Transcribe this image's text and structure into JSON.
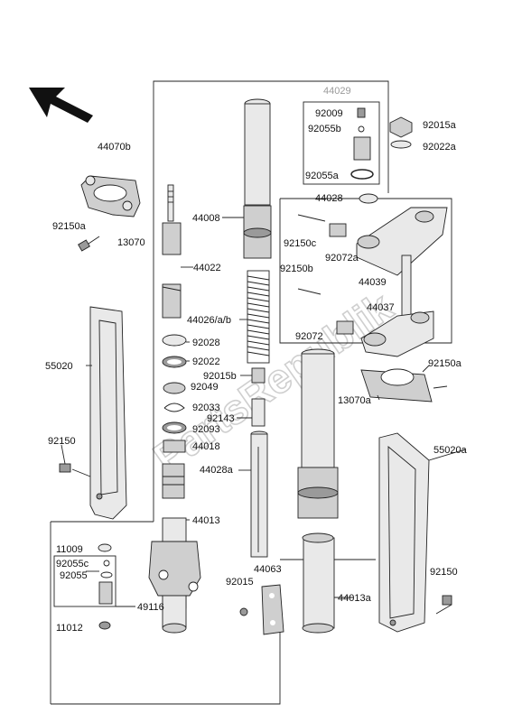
{
  "diagram": {
    "labels": {
      "l44070b": "44070b",
      "l44029": "44029",
      "l92009": "92009",
      "l92055b": "92055b",
      "l92055a": "92055a",
      "l44028": "44028",
      "l92015a": "92015a",
      "l92022a": "92022a",
      "l92150a_top": "92150a",
      "l13070": "13070",
      "l44008": "44008",
      "l44022": "44022",
      "l92150c": "92150c",
      "l92072a": "92072a",
      "l92150b": "92150b",
      "l44039": "44039",
      "l44026": "44026/a/b",
      "l44037": "44037",
      "l92072": "92072",
      "l92028": "92028",
      "l55020": "55020",
      "l92022": "92022",
      "l92015b": "92015b",
      "l92049": "92049",
      "l92150a_right": "92150a",
      "l13070a": "13070a",
      "l92033": "92033",
      "l92143": "92143",
      "l92093": "92093",
      "l92150_left": "92150",
      "l44018": "44018",
      "l55020a": "55020a",
      "l44028a": "44028a",
      "l44013": "44013",
      "l11009": "11009",
      "l92055c": "92055c",
      "l92055": "92055",
      "l44063": "44063",
      "l92015": "92015",
      "l44013a": "44013a",
      "l92150_right": "92150",
      "l49116": "49116",
      "l11012": "11012"
    }
  }
}
